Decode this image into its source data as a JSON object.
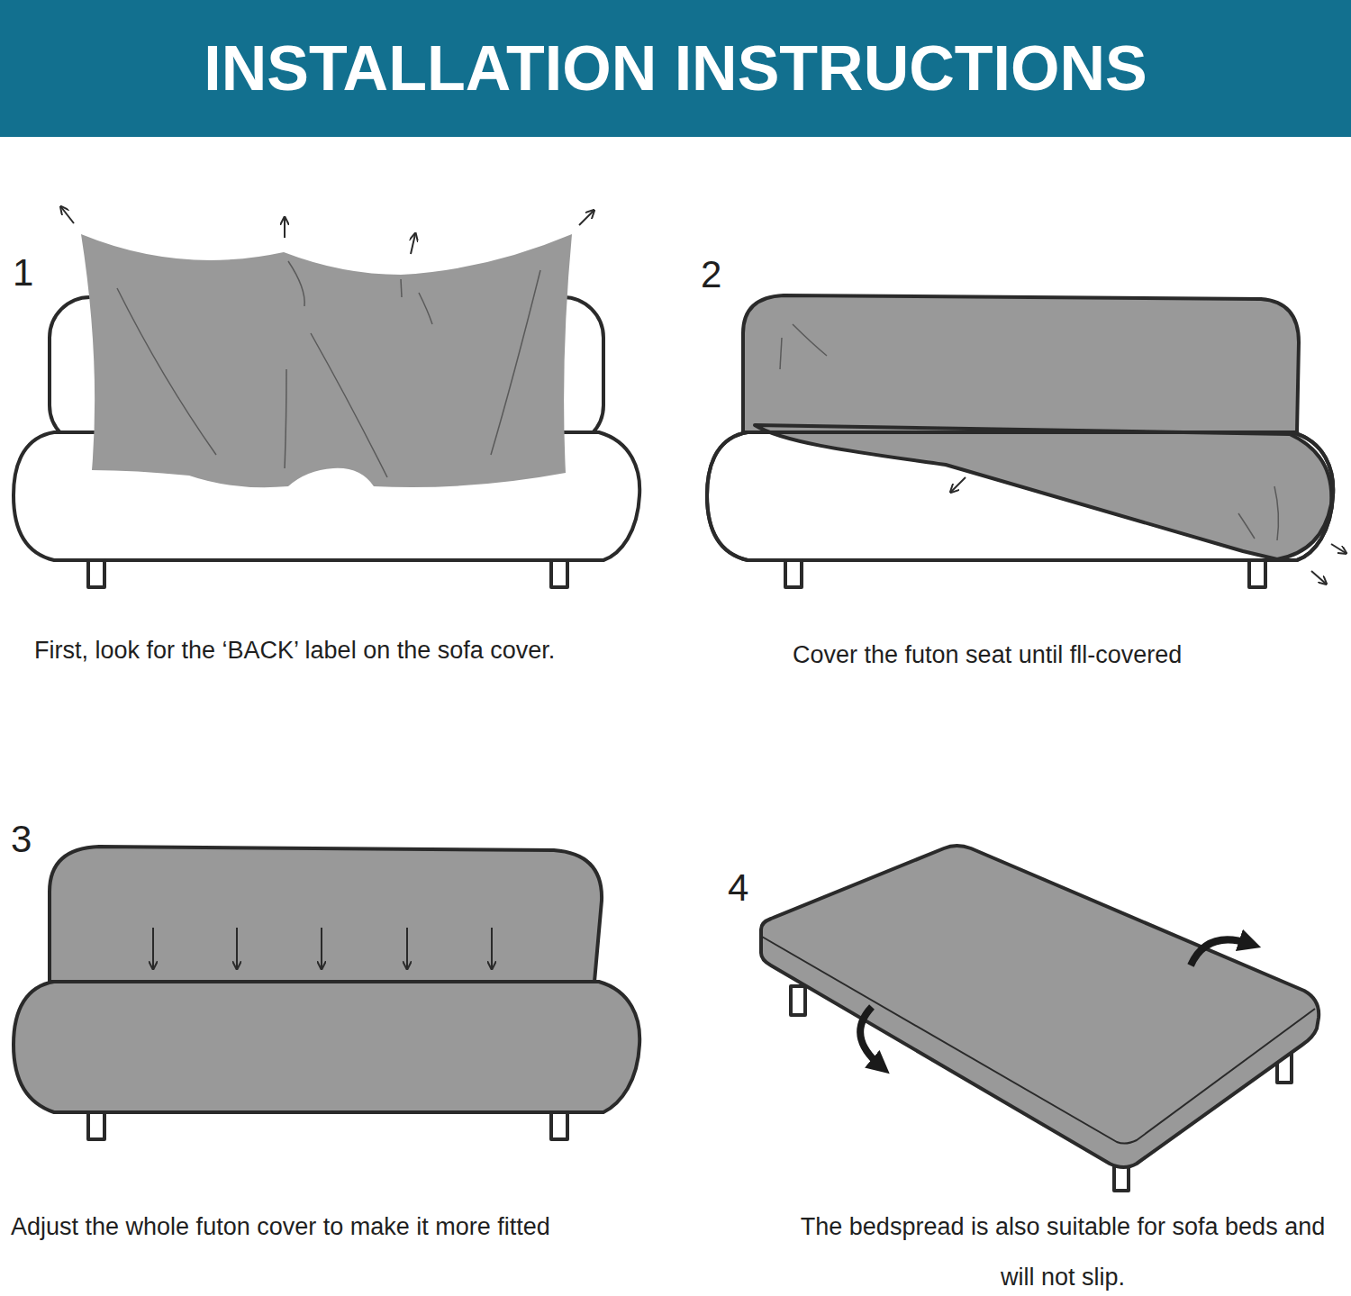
{
  "diagram": {
    "title": "INSTALLATION INSTRUCTIONS",
    "labels": [
      "1",
      "First, look for the ‘BACK’ label on the sofa cover.",
      "2",
      "Cover the futon seat until fll-covered",
      "3",
      "Adjust the whole futon cover to make it more fitted",
      "4",
      "The bedspread is also suitable for sofa beds and will not slip."
    ]
  }
}
